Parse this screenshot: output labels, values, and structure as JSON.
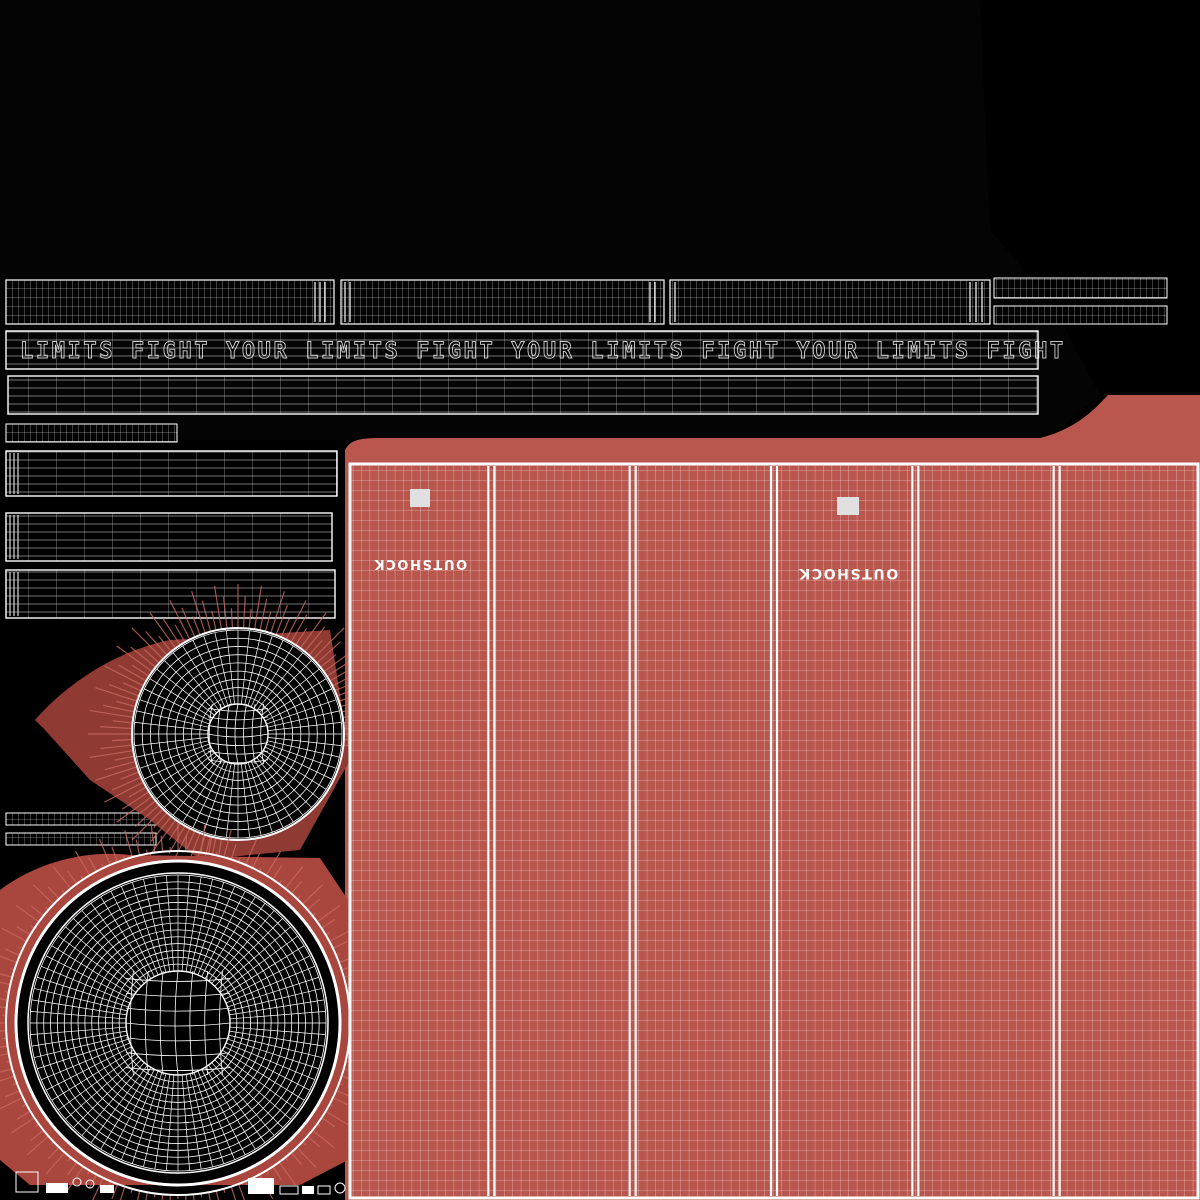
{
  "texture": {
    "slogan": "LIMITS FIGHT YOUR LIMITS FIGHT YOUR LIMITS FIGHT YOUR LIMITS FIGHT",
    "brand": "OUTSHOCK",
    "panel_count": 6
  },
  "colors": {
    "background": "#000000",
    "leather": "#b9564d",
    "leather_dark": "#8f3a33",
    "wire": "#ffffff"
  }
}
